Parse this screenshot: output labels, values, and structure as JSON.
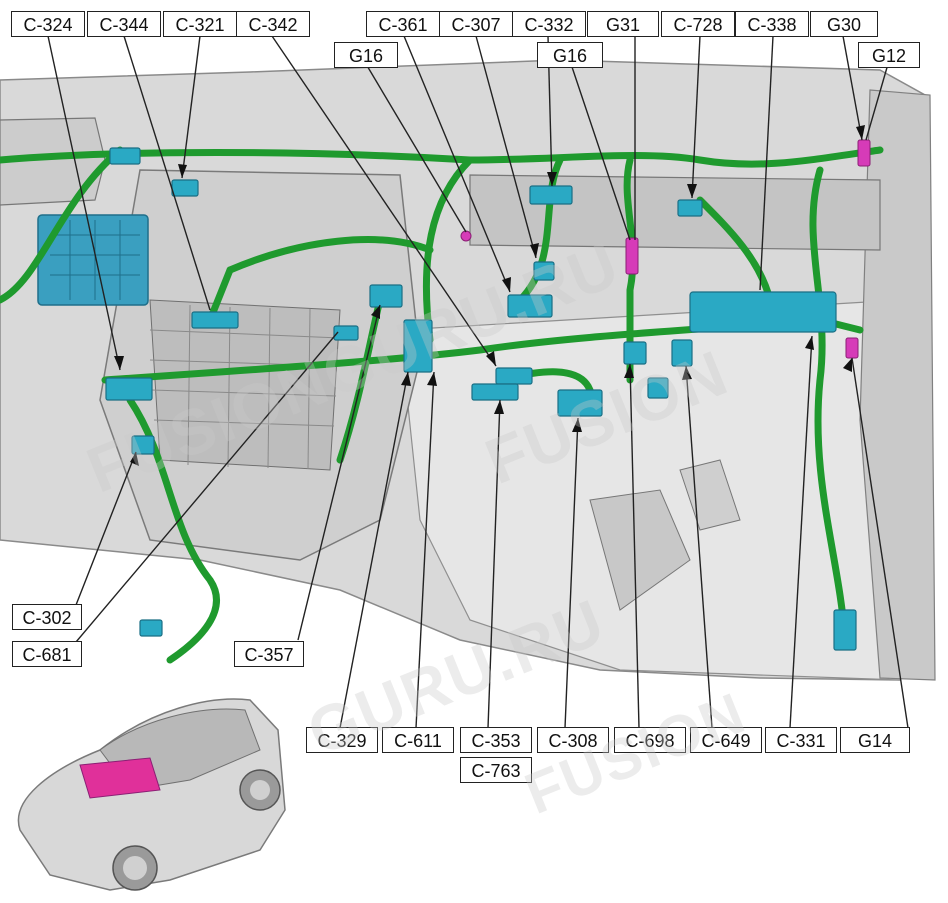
{
  "colors": {
    "harness": "#1f9a2e",
    "connector": "#2aa9c4",
    "ground": "#d63bb8",
    "body": "#d9d9d9",
    "highlight": "#e0309a"
  },
  "labels": {
    "top_row": [
      "C-324",
      "C-344",
      "C-321",
      "C-342",
      "C-361",
      "C-307",
      "C-332",
      "G31",
      "C-728",
      "C-338",
      "G30"
    ],
    "second_row": [
      "G16",
      "G16",
      "G12"
    ],
    "left": [
      "C-302",
      "C-681",
      "C-357"
    ],
    "bottom": [
      "C-329",
      "C-611",
      "C-353",
      "C-308",
      "C-698",
      "C-649",
      "C-331",
      "G14"
    ],
    "bottom_extra": "C-763"
  },
  "watermark": "FUSIONGURU.RU",
  "watermark_short": "FUSION",
  "watermark_tail": "GURU.RU"
}
